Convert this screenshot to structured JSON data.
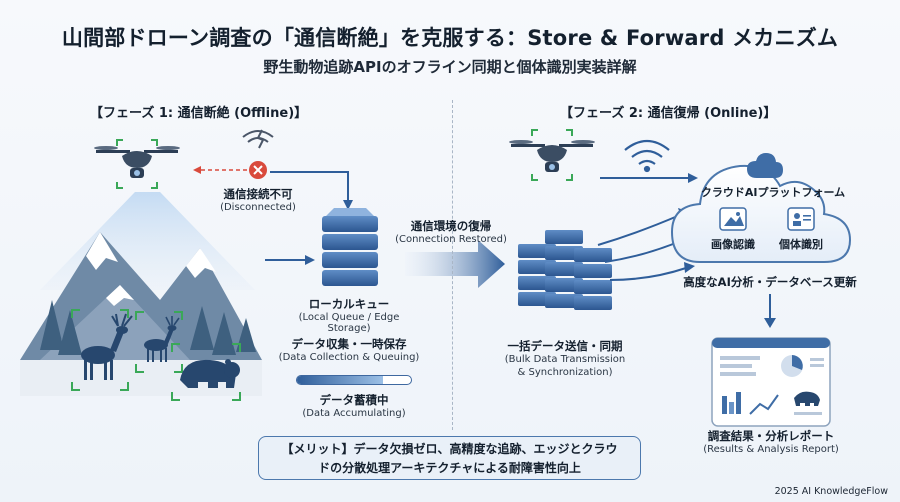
{
  "title": "山間部ドローン調査の「通信断絶」を克服する：Store & Forward メカニズム",
  "subtitle": "野生動物追跡APIのオフライン同期と個体識別実装詳解",
  "phase1": {
    "title": "【フェーズ 1: 通信断絶 (Offline)】",
    "disconnect_label": "通信接続不可",
    "disconnect_sub": "(Disconnected)",
    "queue_label": "ローカルキュー",
    "queue_sub": "(Local Queue / Edge Storage)",
    "collect_label": "データ収集・一時保存",
    "collect_sub": "(Data Collection & Queuing)",
    "accum_label": "データ蓄積中",
    "accum_sub": "(Data Accumulating)",
    "accum_progress": 0.75
  },
  "transition": {
    "label": "通信環境の復帰",
    "sub": "(Connection Restored)"
  },
  "phase2": {
    "title": "【フェーズ 2: 通信復帰 (Online)】",
    "bulk_label": "一括データ送信・同期",
    "bulk_sub1": "(Bulk Data Transmission",
    "bulk_sub2": "& Synchronization)",
    "cloud_label": "クラウドAIプラットフォーム",
    "image_label": "画像認識",
    "individual_label": "個体識別",
    "analysis_label": "高度なAI分析・データベース更新",
    "report_label": "調査結果・分析レポート",
    "report_sub": "(Results & Analysis Report)"
  },
  "merit_line1": "【メリット】データ欠損ゼロ、高精度な追跡、エッジとクラウ",
  "merit_line2": "ドの分散処理アーキテクチャによる耐障害性向上",
  "credit": "2025 AI KnowledgeFlow",
  "colors": {
    "primary": "#2f5e9a",
    "accent_green": "#3aa858",
    "error_red": "#d94a3c",
    "mountain": "#6f8aa6"
  }
}
